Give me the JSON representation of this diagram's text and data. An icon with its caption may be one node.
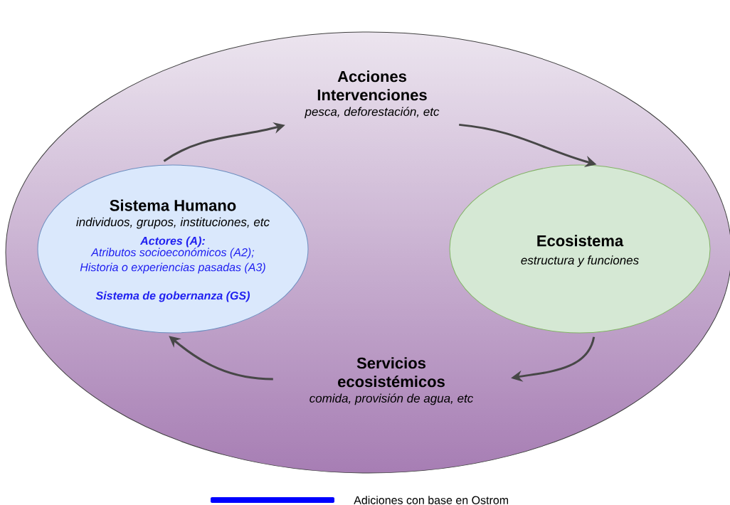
{
  "diagram": {
    "nodes": [
      {
        "text": [],
        "shape": "ellipse"
      },
      {
        "text": [
          "Acciones Intervenciones",
          "pesca, deforestación, etc"
        ],
        "in": 0
      },
      {
        "text": [
          "Sistema Humano",
          "individuos, grupos, instituciones, etc",
          "Actores (A):",
          "Atributos socioeconómicos (A2); Historia o experiencias pasadas (A3)",
          "Sistema de gobernanza (GS)"
        ],
        "in": 0
      },
      {
        "text": [
          "Ecosistema",
          "estructura y funciones"
        ],
        "in": 0
      },
      {
        "text": [
          "Servicios ecosistémicos",
          "comida, provisión de agua, etc"
        ],
        "in": 0
      }
    ],
    "edges": [
      {
        "from": 2,
        "to": 1,
        "arrow": "to"
      },
      {
        "from": 1,
        "to": 3,
        "arrow": "to"
      },
      {
        "from": 3,
        "to": 4,
        "arrow": "to"
      },
      {
        "from": 4,
        "to": 2,
        "arrow": "to"
      }
    ],
    "legend": [
      {
        "text": "Adiciones con base en Ostrom",
        "color": "#0000ff"
      }
    ]
  }
}
